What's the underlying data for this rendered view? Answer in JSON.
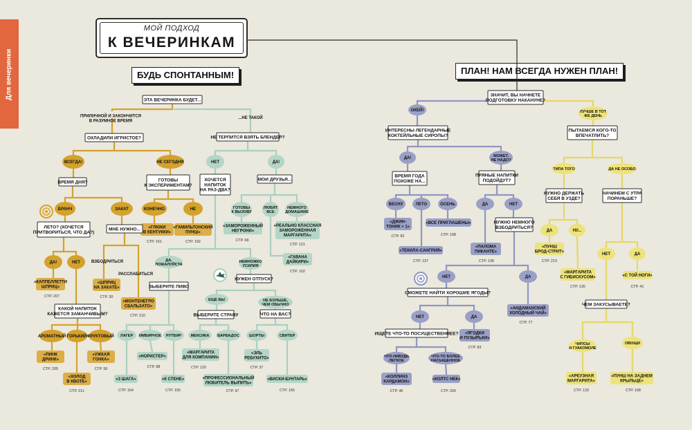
{
  "side_tab": "Для вечеринки",
  "title": {
    "line1": "МОЙ ПОДХОД",
    "line2": "К ВЕЧЕРИНКАМ"
  },
  "banners": {
    "left": "БУДЬ СПОНТАННЫМ!",
    "right": "ПЛАН! НАМ ВСЕГДА НУЖЕН ПЛАН!"
  },
  "colors": {
    "background": "#ebe8de",
    "tab": "#e2663e",
    "orange": "#d4a22c",
    "orange_box": "#dcae46",
    "teal": "#b4d6c6",
    "teal_line": "#a9d0bf",
    "periwinkle": "#9aa0c6",
    "periwinkle_line": "#9096c0",
    "yellow": "#ede37a",
    "yellow_line": "#e6d865"
  },
  "icons": [
    "target-icon",
    "airplane-icon"
  ],
  "nodes": {
    "l_root": "ЭТА ВЕЧЕРИНКА БУДЕТ...",
    "l_prilichnoy": "ПРИЛИЧНОЙ И ЗАКОНЧИТСЯ|В РАЗУМНОЕ ВРЕМЯ",
    "l_neTakoy": "...НЕ ТАКОЙ",
    "l_ohladili": "ОХЛАДИЛИ ИГРИСТОЕ?",
    "l_vsegda": "ВСЕГДА!",
    "l_neSegodnya": "НЕ СЕГОДНЯ",
    "l_vremyaDnya": "ВРЕМЯ ДНЯ?",
    "l_gotovy": "ГОТОВЫ|К ЭКСПЕРИМЕНТАМ?",
    "l_konechno": "КОНЕЧНО",
    "l_ne": "НЕ",
    "l_glyuki": "«ГЛЮКИ|В КЕНТУККИ»",
    "l_glyukiPg": "СТР. 161",
    "l_gamilton": "«ГАМИЛЬТОНСКИЙ|ПУНШ»",
    "l_gamiltonPg": "СТР. 192",
    "l_branch": "БРАНЧ",
    "l_zakat": "ЗАКАТ",
    "l_leto": "ЛЕТО? (ХОЧЕТСЯ|ПРИТВОРИТЬСЯ, ЧТО ДА?)",
    "l_mneNuzhno": "МНЕ НУЖНО...",
    "l_da1": "ДА!",
    "l_net1": "НЕТ",
    "l_kappeletti": "«КАППЕЛЛЕТТИ|ШПРИЦ»",
    "l_kappelettiPg": "СТР. 207",
    "l_vzbodritsya": "ВЗБОДРИТЬСЯ",
    "l_rasslabitsya": "РАССЛАБИТЬСЯ",
    "l_shpric": "«ШПРИЦ|НА ЗАКАТЕ»",
    "l_shpricPg": "СТР. 30",
    "l_montenegro": "«МОНТЕНЕГРО|СБАЛЬЗАТО»",
    "l_montenegroPg": "СТР. 210",
    "l_kakoyNapitok": "КАКОЙ НАПИТОК|КАЖЕТСЯ ЗАМАНЧИВЫМ?",
    "l_aromatny": "АРОМАТНЫЙ",
    "l_gorkiy": "ГОРЬКИЙ",
    "l_fruktovy": "ФРУКТОВЫЙ",
    "l_pink": "«ПИНК|ДРИНК»",
    "l_pinkPg": "СТР. 205",
    "l_holod": "«ХОЛОД|В КВОТЕ»",
    "l_holodPg": "СТР. 211",
    "l_uzhkaya": "«УЖКАЯ|ГОНКА»",
    "l_uzhkayaPg": "СТР. 56",
    "t_nePoterpitsya": "НЕ ТЕРПИТСЯ ВЗЯТЬ БЛЕНДЕР?",
    "t_net": "НЕТ",
    "t_da": "ДА!",
    "t_hochetsya": "ХОЧЕТСЯ|НАПИТОК|НА РАЗ-ДВА?",
    "t_moiDruzya": "МОИ ДРУЗЬЯ...",
    "t_gotovyKVyzovu": "ГОТОВЫ|К ВЫЗОВУ",
    "t_lyubyatVse": "ЛЮБЯТ|ВСЕ",
    "t_nemnogoDomashnie": "НЕМНОГО|ДОМАШНИЕ",
    "t_zamorozhennyNegroni": "«ЗАМОРОЖЕННЫЙ|НЕГРОНИ»",
    "t_zamorozhennyNegroniPg": "СТР. 68",
    "t_realnoKlassnaya": "«РЕАЛЬНО КЛАССНАЯ|ЗАМОРОЖЕННАЯ|МАРГАРИТА»",
    "t_realnoKlassnayaPg": "СТР. 121",
    "t_gavana": "«ГАВАНА|ДАЙКИРИ»",
    "t_gavanaPg": "СТР. 102",
    "t_daPozhaluysta": "ДА,|ПОЖАЛУЙСТА",
    "t_nemnozhkoUsiliya": "НЕМНОЖКО|УСИЛИЯ",
    "t_vyberitePivo": "ВЫБЕРИТЕ ПИВО",
    "t_nuzhenOtpusk": "НУЖЕН ОТПУСК?",
    "t_escheBy": "ЕЩЕ БЫ",
    "t_neBolshe": "НЕ БОЛЬШЕ,|ЧЕМ ОБЫЧНО",
    "t_vyberiteStranu": "ВЫБЕРИТЕ СТРАНУ",
    "t_chtoNaVas": "ЧТО НА ВАС?",
    "t_lager": "ЛАГЕР",
    "t_imbirnoe": "ИМБИРНОЕ",
    "t_rutbir": "РУТБИР",
    "t_meksika": "МЕКСИКА",
    "t_barbados": "БАРБАДОС",
    "t_shorty": "ШОРТЫ",
    "t_sviter": "СВИТЕР",
    "t_noristr": "«НОРИСТЕР»",
    "t_noristrPg": "СТР. 88",
    "t_3shaga": "«3 ШАГА»",
    "t_3shagaPg": "СТР. 164",
    "t_kStene": "«К СТЕНЕ»",
    "t_kStenePg": "СТР. 155",
    "t_margaritaKompaniya": "«МАРГАРИТА|ДЛЯ КОМПАНИИ»",
    "t_margaritaKompaniyaPg": "СТР. 120",
    "t_professionalny": "«ПРОФЕССИОНАЛЬНЫЙ|ЛЮБИТЕЛЬ ВЫПИТЬ»",
    "t_professionalnyPg": "СТР. 97",
    "t_elRebuhito": "«ЭЛЬ|РЕБУХИТО»",
    "t_elRebuhitoPg": "СТР. 37",
    "t_viski": "«ВИСКИ-БУНТАРЬ»",
    "t_viskiPg": "СТР. 165",
    "r_root": "ЗНАЧИТ, ВЫ НАЧНЕТЕ|ПОДГОТОВКУ НАКАНУНЕ?",
    "p_okey": "ОКЕЙ!",
    "p_interesny": "ИНТЕРЕСНЫ ЛЕГЕНДАРНЫЕ|КОКТЕЙЛЬНЫЕ СИРОПЫ?",
    "p_da": "ДА!",
    "p_mozhet": "МОЖЕТ,|НЕ НАДО?",
    "p_vremyaGoda": "ВРЕМЯ ГОДА|ПОХОЖЕ НА...",
    "p_pryanye": "ПРЯНЫЕ НАПИТКИ|ПОДОЙДУТ?",
    "p_vesna": "ВЕСНУ",
    "p_leto": "ЛЕТО",
    "p_osen": "ОСЕНЬ",
    "p_da2": "ДА",
    "p_net2": "НЕТ",
    "p_dzhin": "«ДЖИН-|ТОНИК + 1»",
    "p_dzhinPg": "СТР. 82",
    "p_vsePriglasheny": "«ВСЕ ПРИГЛАШЕНЫ»",
    "p_vsePriglashenyPg": "СТР. 198",
    "p_tekila": "«ТЕКИЛА-САНГРИЯ»",
    "p_tekilaPg": "СТР. 137",
    "p_paloma": "«ПАЛОМА|ПИКАНТЕ»",
    "p_palomaPg": "СТР. 136",
    "p_nuzhnoNemnogo": "НУЖНО НЕМНОГО|ВЗБОДРИТЬСЯ?",
    "p_net3": "НЕТ",
    "p_da3": "ДА",
    "p_andamansky": "«АНДАМАНСКИЙ|ХОЛОДНЫЙ ЧАЙ»",
    "p_andamanskyPg": "СТР. 77",
    "p_smozhete": "СМОЖЕТЕ НАЙТИ ХОРОШИЕ ЯГОДЫ?",
    "p_net4": "НЕТ",
    "p_da4": "ДА",
    "p_yagodki": "«ЯГОДКИ|И ПУЗЫРЬКИ»",
    "p_yagodkiPg": "СТР. 83",
    "p_ischete": "ИЩЕТЕ ЧТО-ТО ПОСУЩЕСТВЕННЕЕ?",
    "p_chtoNibud": "ЧТО-НИБУДЬ|ЛЕГКОЕ",
    "p_chtoToBolee": "ЧТО-ТО БОЛЕЕ|НАСЫЩЕННОЕ",
    "p_kollinz": "«КОЛЛИНЗ|КАРДАМОН»",
    "p_kollinzPg": "СТР. 46",
    "p_koltsNek": "«КОЛТС НЕК»",
    "p_koltsNekPg": "СТР. 200",
    "y_luchshe": "ЛУЧШЕ В ТОТ|ЖЕ ДЕНЬ",
    "y_pytaemsya": "ПЫТАЕМСЯ КОГО-ТО|ВПЕЧАТЛИТЬ?",
    "y_tipaTogo": "ТИПА ТОГО",
    "y_daNeOsobo": "ДА НЕ ОСОБО",
    "y_nuzhnoDerzhat": "НУЖНО ДЕРЖАТЬ|СЕБЯ В УЗДЕ?",
    "y_nachinem": "НАЧИНЕМ С УТРА|ПОРАНЬШЕ?",
    "y_da": "ДА",
    "y_nu": "НУ...",
    "y_punshBrod": "«ПУНШ|БРОД-СТРИТ»",
    "y_punshBrodPg": "СТР. 213",
    "y_margaritaGibiskus": "«МАРГАРИТА|С ГИБИСКУСОМ»",
    "y_margaritaGibiskusPg": "СТР. 135",
    "y_net": "НЕТ",
    "y_da2": "ДА",
    "y_sToyNogi": "«С ТОЙ НОГИ»",
    "y_sToyNogiPg": "СТР. 41",
    "y_chemZakusyvaete": "ЧЕМ ЗАКУСЫВАЕТЕ?",
    "y_chipsy": "ЧИПСЫ|И ГУАКОМОЛЕ",
    "y_ovoschi": "ОВОЩИ",
    "y_arzuyskaya": "«АРЕУЗНАЯ|МАРГАРИТА»",
    "y_arzuyskayaPg": "СТР. 133",
    "y_punshNaZadnem": "«ПУНШ НА ЗАДНЕМ|КРЫЛЬЦЕ»",
    "y_punshNaZadnemPg": "СТР. 108"
  }
}
